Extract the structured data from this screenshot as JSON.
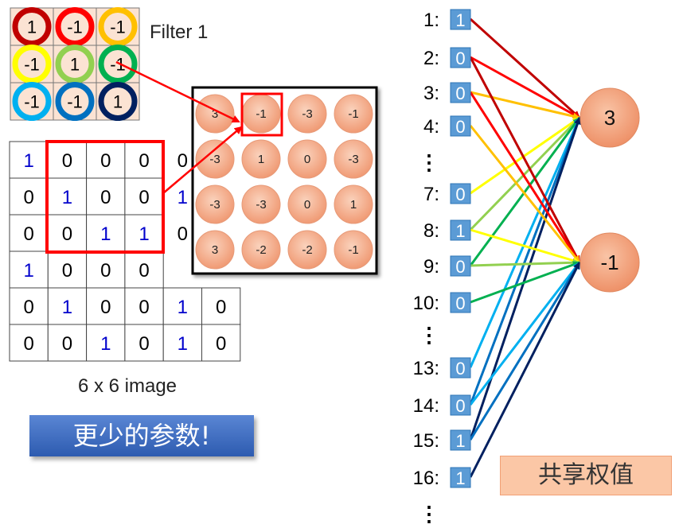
{
  "filter": {
    "label": "Filter 1",
    "cells": [
      [
        "1",
        "-1",
        "-1"
      ],
      [
        "-1",
        "1",
        "-1"
      ],
      [
        "-1",
        "-1",
        "1"
      ]
    ],
    "ring_colors": [
      [
        "#c00000",
        "#ff0000",
        "#ffc000"
      ],
      [
        "#ffff00",
        "#92d050",
        "#00b050"
      ],
      [
        "#00b0f0",
        "#0070c0",
        "#002060"
      ]
    ]
  },
  "image": {
    "caption": "6 x 6 image",
    "cells": [
      [
        "1",
        "0",
        "0",
        "0",
        "0",
        ""
      ],
      [
        "0",
        "1",
        "0",
        "0",
        "1",
        ""
      ],
      [
        "0",
        "0",
        "1",
        "1",
        "0",
        ""
      ],
      [
        "1",
        "0",
        "0",
        "0",
        "",
        ""
      ],
      [
        "0",
        "1",
        "0",
        "0",
        "1",
        "0"
      ],
      [
        "0",
        "0",
        "1",
        "0",
        "1",
        "0"
      ]
    ]
  },
  "feature_map": {
    "cells": [
      [
        "3",
        "-1",
        "-3",
        "-1"
      ],
      [
        "-3",
        "1",
        "0",
        "-3"
      ],
      [
        "-3",
        "-3",
        "0",
        "1"
      ],
      [
        "3",
        "-2",
        "-2",
        "-1"
      ]
    ]
  },
  "inputs": [
    {
      "label": "1:",
      "value": "1"
    },
    {
      "label": "2:",
      "value": "0"
    },
    {
      "label": "3:",
      "value": "0"
    },
    {
      "label": "4:",
      "value": "0"
    },
    {
      "label": "7:",
      "value": "0"
    },
    {
      "label": "8:",
      "value": "1"
    },
    {
      "label": "9:",
      "value": "0"
    },
    {
      "label": "10:",
      "value": "0"
    },
    {
      "label": "13:",
      "value": "0"
    },
    {
      "label": "14:",
      "value": "0"
    },
    {
      "label": "15:",
      "value": "1"
    },
    {
      "label": "16:",
      "value": "1"
    }
  ],
  "ellipsis": "⋮",
  "outputs": [
    {
      "value": "3"
    },
    {
      "value": "-1"
    }
  ],
  "banner_text": "更少的参数!",
  "shared_weights_text": "共享权值",
  "colors": {
    "one_digit": "#0000cc",
    "zero_digit": "#000000",
    "input_box": "#5b9bd5",
    "node_fill": "#f4a582",
    "highlight": "#ff0000"
  }
}
